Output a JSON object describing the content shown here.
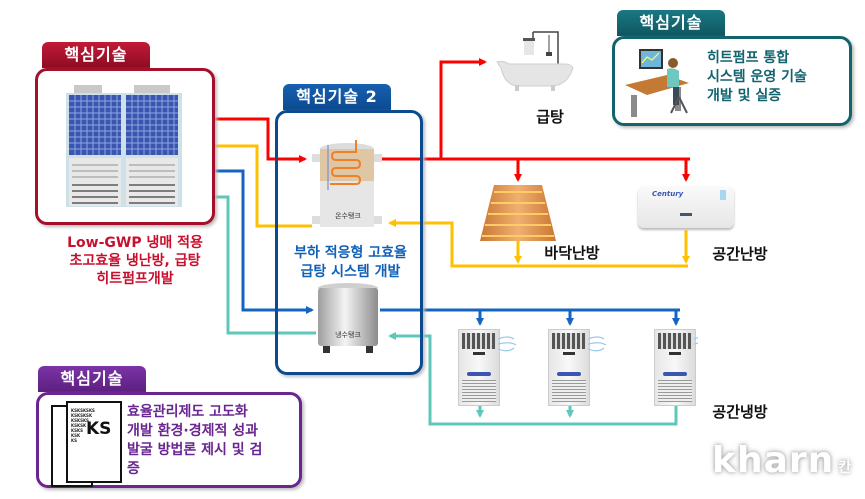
{
  "colors": {
    "red": "#ff0000",
    "yellow": "#ffc000",
    "blue": "#1565c0",
    "teal": "#5fc7b8",
    "card1": "#a50f2a",
    "card2": "#0b4a8f",
    "card3": "#11636e",
    "card4": "#6a2591"
  },
  "card1": {
    "tab": "핵심기술",
    "caption_lines": [
      "Low-GWP 냉매 적용",
      "초고효율 냉난방, 급탕",
      "히트펌프개발"
    ]
  },
  "card2": {
    "tab": "핵심기술 2",
    "hot_tank_label": "온수탱크",
    "cold_tank_label": "냉수탱크",
    "caption_lines": [
      "부하 적응형 고효율",
      "급탕 시스템 개발"
    ]
  },
  "card3": {
    "tab": "핵심기술",
    "text_lines": [
      "히트펌프 통합",
      "시스템 운영 기술",
      "개발 및 실증"
    ]
  },
  "card4": {
    "tab": "핵심기술",
    "text_lines": [
      "효율관리제도 고도화",
      "개발 환경·경제적 성과",
      "발굴 방법론 제시 및 검",
      "증"
    ],
    "doc_label": "KS",
    "doc_repeat": [
      "KSKSKSKS",
      "KSKSKSK",
      "KSKSKS",
      "KSKSK",
      "KSKS",
      "KSK",
      "KS"
    ]
  },
  "outputs": {
    "hot_water": "급탕",
    "floor_heating": "바닥난방",
    "space_heating": "공간난방",
    "space_cooling": "공간냉방"
  },
  "ac_brand": "Century",
  "watermark": {
    "main": "kharn",
    "suffix": "칸"
  }
}
